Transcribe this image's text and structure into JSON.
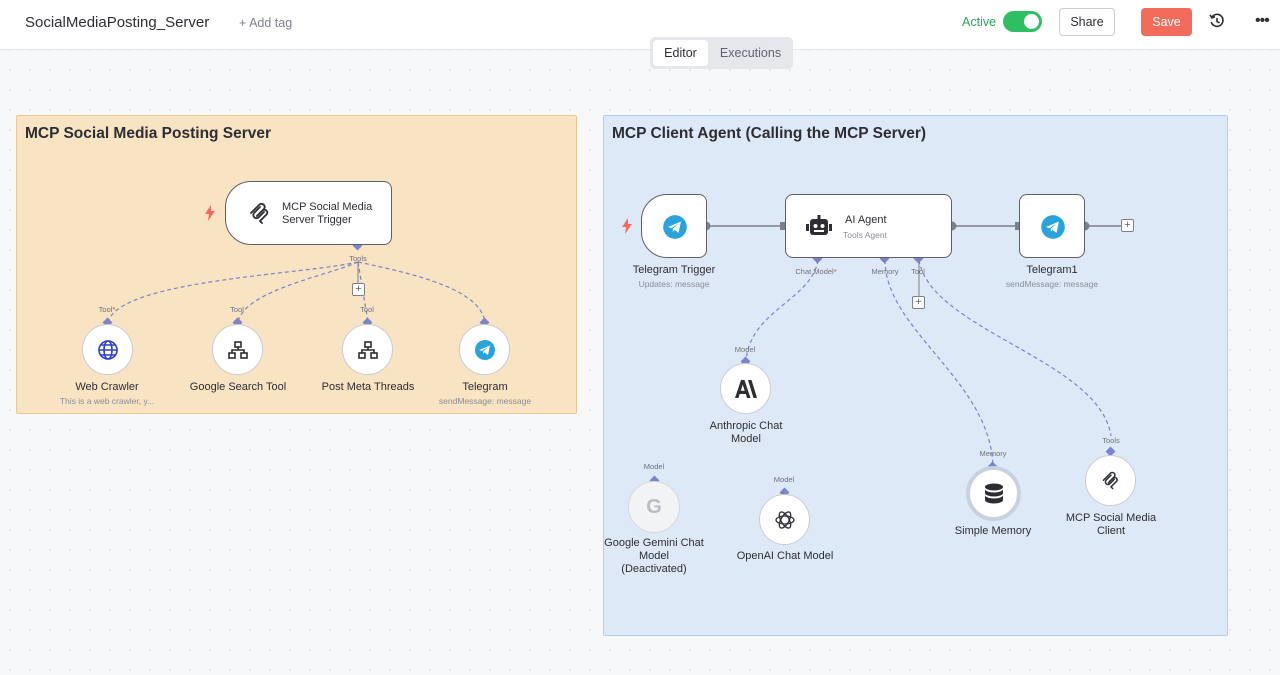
{
  "header": {
    "workflow_name": "SocialMediaPosting_Server",
    "add_tag": "+ Add tag",
    "active_label": "Active",
    "active": true,
    "share_label": "Share",
    "save_label": "Save",
    "more_label": "•••"
  },
  "tabs": {
    "editor": "Editor",
    "executions": "Executions",
    "selected": "Editor"
  },
  "colors": {
    "accent_save": "#f26b5b",
    "active_green": "#2fbf62",
    "connector": "#7b83c9"
  },
  "left_sticky": {
    "title": "MCP Social Media Posting Server",
    "trigger": {
      "name_line1": "MCP Social Media",
      "name_line2": "Server Trigger",
      "port": "Tools",
      "icon": "mcp-icon"
    },
    "tools": [
      {
        "name": "Web Crawler",
        "sub": "This is a web crawler, y...",
        "port": "Tool",
        "required": true,
        "icon": "globe-icon"
      },
      {
        "name": "Google Search Tool",
        "sub": "",
        "port": "Tool",
        "required": false,
        "icon": "sitemap-icon"
      },
      {
        "name": "Post Meta Threads",
        "sub": "",
        "port": "Tool",
        "required": false,
        "icon": "sitemap-icon"
      },
      {
        "name": "Telegram",
        "sub": "sendMessage: message",
        "port": "",
        "required": false,
        "icon": "telegram-icon"
      }
    ]
  },
  "right_sticky": {
    "title": "MCP Client Agent (Calling the MCP Server)",
    "telegram_trigger": {
      "name": "Telegram Trigger",
      "sub": "Updates: message",
      "icon": "telegram-icon"
    },
    "agent": {
      "name": "AI Agent",
      "sub": "Tools Agent",
      "icon": "robot-icon",
      "ports": {
        "chat_model": "Chat Model",
        "memory": "Memory",
        "tool": "Tool"
      }
    },
    "telegram1": {
      "name": "Telegram1",
      "sub": "sendMessage: message",
      "icon": "telegram-icon"
    },
    "anthropic": {
      "port": "Model",
      "name_line1": "Anthropic Chat",
      "name_line2": "Model",
      "icon": "anthropic-icon"
    },
    "gemini": {
      "port": "Model",
      "name_line1": "Google Gemini Chat",
      "name_line2": "Model",
      "name_line3": "(Deactivated)",
      "icon": "google-icon"
    },
    "openai": {
      "port": "Model",
      "name": "OpenAI Chat Model",
      "icon": "openai-icon"
    },
    "memory": {
      "port": "Memory",
      "name": "Simple Memory",
      "icon": "database-icon"
    },
    "mcp_client": {
      "port": "Tools",
      "name_line1": "MCP Social Media",
      "name_line2": "Client",
      "icon": "mcp-icon"
    }
  }
}
